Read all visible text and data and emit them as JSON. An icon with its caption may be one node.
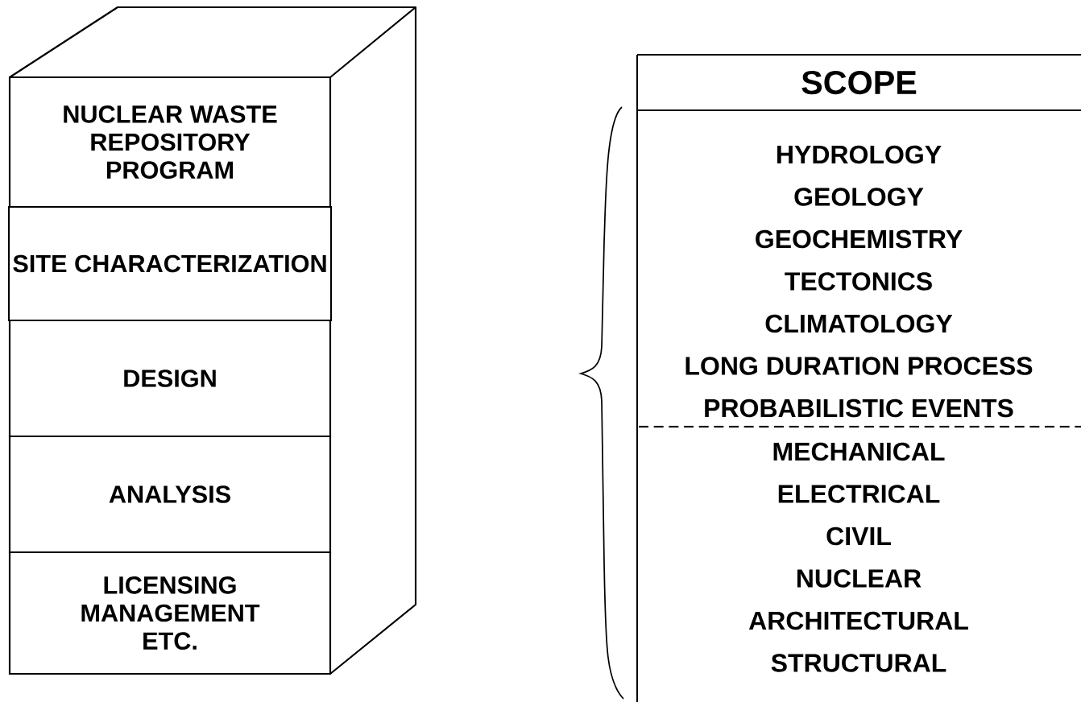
{
  "diagram": {
    "nodes": [
      {
        "text": [
          "NUCLEAR WASTE REPOSITORY PROGRAM"
        ]
      },
      {
        "text": [
          "SITE CHARACTERIZATION"
        ]
      },
      {
        "text": [
          "DESIGN"
        ]
      },
      {
        "text": [
          "ANALYSIS"
        ]
      },
      {
        "text": [
          "LICENSING MANAGEMENT ETC."
        ]
      },
      {
        "text": [
          "SCOPE"
        ]
      },
      {
        "text": [
          "HYDROLOGY",
          "GEOLOGY",
          "GEOCHEMISTRY",
          "TECTONICS",
          "CLIMATOLOGY",
          "LONG DURATION PROCESS",
          "PROBABILISTIC EVENTS"
        ]
      },
      {
        "text": [
          "MECHANICAL",
          "ELECTRICAL",
          "CIVIL",
          "NUCLEAR",
          "ARCHITECTURAL",
          "STRUCTURAL"
        ]
      }
    ]
  }
}
